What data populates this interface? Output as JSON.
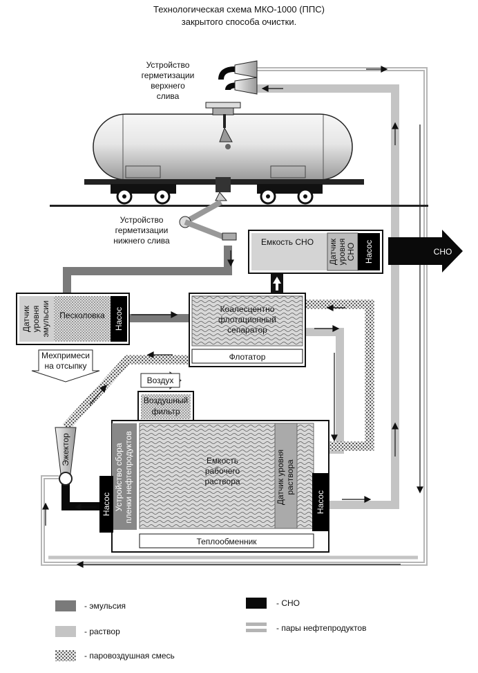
{
  "title": {
    "line1": "Технологическая схема МКО-1000 (ППС)",
    "line2": "закрытого способа очистки."
  },
  "labels": {
    "upper_seal": [
      "Устройство",
      "герметизации",
      "верхнего",
      "слива"
    ],
    "lower_seal": [
      "Устройство",
      "герметизации",
      "нижнего слива"
    ],
    "cno_tank": "Емкость СНО",
    "cno_sensor": [
      "Датчик",
      "уровня",
      "СНО"
    ],
    "pump": "Насос",
    "cno_arrow": "СНО",
    "emul_sensor": [
      "Датчик",
      "уровня",
      "эмульсии"
    ],
    "sand_trap": "Песколовка",
    "separator": [
      "Коалесцентно",
      "флотационный",
      "сепаратор"
    ],
    "flotator": "Флотатор",
    "impurities": [
      "Мехпримеси",
      "на отсыпку"
    ],
    "air": "Воздух",
    "air_filter": [
      "Воздушный",
      "фильтр"
    ],
    "ejector": "Эжектор",
    "film_collector": [
      "Устройство сбора",
      "пленки нефтепродуктов"
    ],
    "work_tank": [
      "Емкость",
      "рабочего",
      "раствора"
    ],
    "solution_sensor": [
      "Датчик уровня",
      "раствора"
    ],
    "heat_exchanger": "Теплообменник"
  },
  "legend": {
    "emulsion": "- эмульсия",
    "solution": "- раствор",
    "steam_air": "- паровоздушная смесь",
    "cno": "- СНО",
    "vapors": "- пары нефтепродуктов"
  },
  "colors": {
    "emulsion": "#7a7a7a",
    "solution": "#c4c4c4",
    "cno": "#0a0a0a",
    "vapor": "#b4b4b4",
    "tank": "#d4d4d4"
  }
}
